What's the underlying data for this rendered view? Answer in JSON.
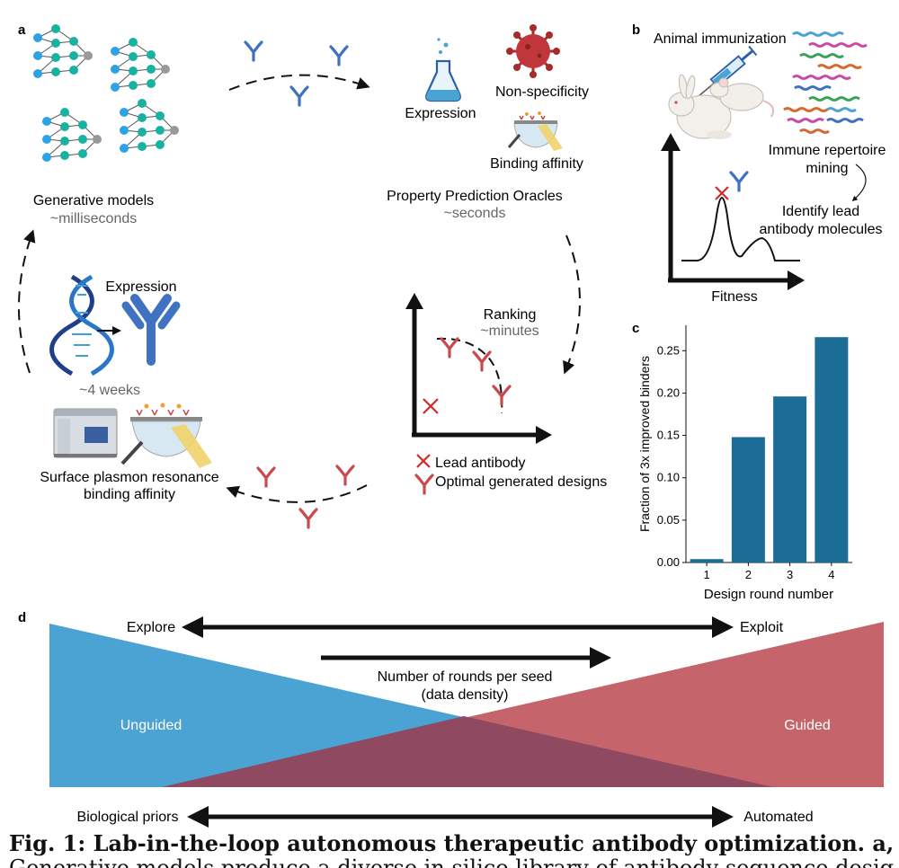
{
  "panel_labels": {
    "a": "a",
    "b": "b",
    "c": "c",
    "d": "d"
  },
  "panel_a": {
    "gen_title": "Generative models",
    "gen_time": "~milliseconds",
    "oracle_title": "Property Prediction Oracles",
    "oracle_time": "~seconds",
    "expression": "Expression",
    "nonspecificity": "Non-specificity",
    "binding": "Binding affinity",
    "ranking": "Ranking",
    "ranking_time": "~minutes",
    "legend_lead": "Lead antibody",
    "legend_opt": "Optimal generated designs",
    "expr2": "Expression",
    "weeks": "~4 weeks",
    "spr1": "Surface plasmon resonance",
    "spr2": "binding affinity"
  },
  "panel_b": {
    "immunization": "Animal immunization",
    "repertoire1": "Immune repertoire",
    "repertoire2": "mining",
    "identify1": "Identify lead",
    "identify2": "antibody molecules",
    "fitness": "Fitness"
  },
  "chart_data": {
    "type": "bar",
    "categories": [
      "1",
      "2",
      "3",
      "4"
    ],
    "values": [
      0.004,
      0.148,
      0.196,
      0.266
    ],
    "xlabel": "Design round number",
    "ylabel": "Fraction of 3x improved binders",
    "ylim": [
      0,
      0.28
    ],
    "yticks": [
      "0.00",
      "0.05",
      "0.10",
      "0.15",
      "0.20",
      "0.25"
    ],
    "ytick_values": [
      0,
      0.05,
      0.1,
      0.15,
      0.2,
      0.25
    ],
    "color": "#1b6d96"
  },
  "panel_d": {
    "explore": "Explore",
    "exploit": "Exploit",
    "rounds1": "Number of rounds per seed",
    "rounds2": "(data density)",
    "unguided": "Unguided",
    "guided": "Guided",
    "priors": "Biological priors",
    "automated": "Automated"
  },
  "colors": {
    "blue": "#4aa3d3",
    "red": "#c0575e",
    "antibody_blue": "#3f72c0",
    "antibody_red": "#c94a4d",
    "teal": "#17b3a0",
    "node_blue": "#2ba3e6",
    "node_gray": "#999999"
  },
  "caption": {
    "bold": "Fig. 1: Lab-in-the-loop autonomous therapeutic antibody optimization. a,",
    "line2": "Generative models produce a diverse in silico library of antibody sequence designs"
  }
}
